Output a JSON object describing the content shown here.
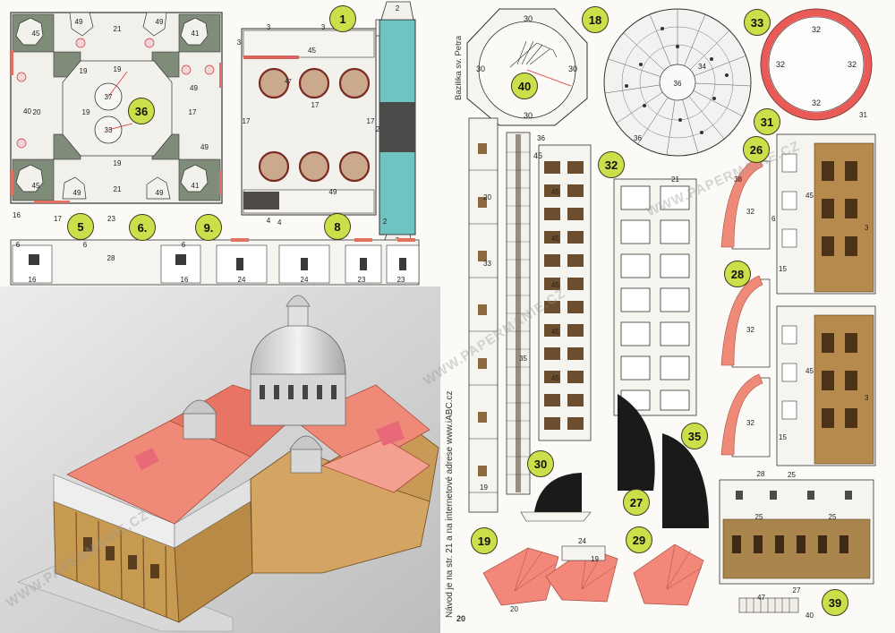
{
  "sheet": {
    "title": "Bazilika sv. Petra",
    "instructions": "Návod je na str. 21 a na internetové adrese www.iABC.cz",
    "page_number": "20",
    "watermark": "WWW.PAPERMANIE.CZ",
    "part_labels": [
      "1",
      "5",
      "6.",
      "8",
      "9.",
      "18",
      "19",
      "26",
      "27",
      "28",
      "29",
      "30",
      "31",
      "32",
      "33",
      "35",
      "36",
      "39",
      "40"
    ],
    "numbers": [
      "2",
      "3",
      "4",
      "6",
      "15",
      "16",
      "17",
      "19",
      "20",
      "21",
      "23",
      "24",
      "25",
      "28",
      "29",
      "30",
      "31",
      "32",
      "33",
      "34",
      "35",
      "36",
      "37",
      "38",
      "40",
      "41",
      "45",
      "47",
      "49"
    ],
    "colors": {
      "badge": "#cbdf4a",
      "roof_red": "#f08a78",
      "dark_grey": "#7e8a78",
      "teal": "#6fc4c2",
      "facade_tan": "#b58a4c",
      "dome_grey": "#d8d8d8",
      "black_part": "#1a1a1a"
    }
  }
}
